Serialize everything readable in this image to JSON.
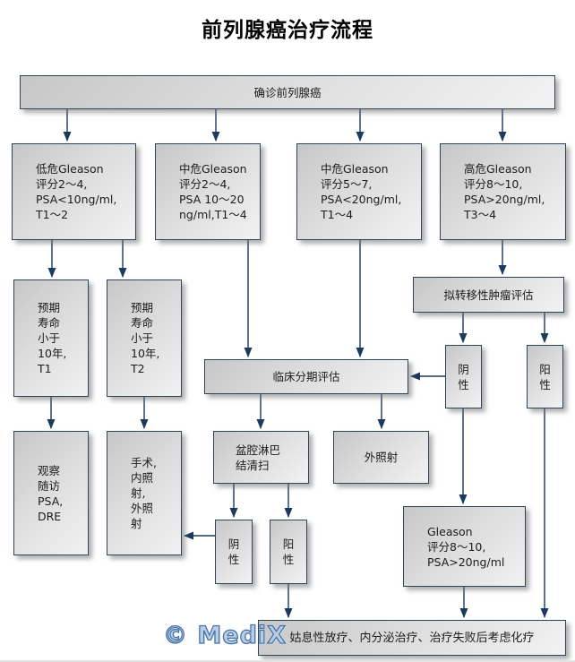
{
  "title": "前列腺癌治疗流程",
  "logo_text": "© MediX",
  "colors": {
    "connector": "#1b3a5e",
    "box_border": "#2f4459",
    "box_fill_dark": "#c7c7c7",
    "box_fill_light": "#f2f2f2",
    "logo_blue": "#4a74aa",
    "title_color": "#000000"
  },
  "nodes": {
    "confirm": "确诊前列腺癌",
    "low_risk": "低危Gleason\n评分2～4,\nPSA<10ng/ml,\nT1～2",
    "mid_risk_1": "中危Gleason\n评分2～4,\nPSA 10～20\nng/ml,T1～4",
    "mid_risk_2": "中危Gleason\n评分5～7,\nPSA<20ng/ml,\nT1～4",
    "high_risk": "高危Gleason\n评分8～10,\nPSA>20ng/ml,\nT3～4",
    "life_t1": "预期\n寿命\n小于\n10年,\nT1",
    "life_t2": "预期\n寿命\n小于\n10年,\nT2",
    "metastasis_eval": "拟转移性肿瘤评估",
    "clinical_staging": "临床分期评估",
    "negative_right": "阴\n性",
    "positive_right": "阳\n性",
    "observe": "观察\n随访\nPSA,\nDRE",
    "surgery": "手术,\n内照\n射,\n外照\n射",
    "pelvic_lymph": "盆腔淋巴\n结清扫",
    "ebrt": "外照射",
    "negative_small": "阴\n性",
    "positive_small": "阳\n性",
    "gleason_high": "Gleason\n评分8～10,\nPSA>20ng/ml",
    "palliative": "姑息性放疗、内分泌治疗、治疗失败后考虑化疗"
  }
}
